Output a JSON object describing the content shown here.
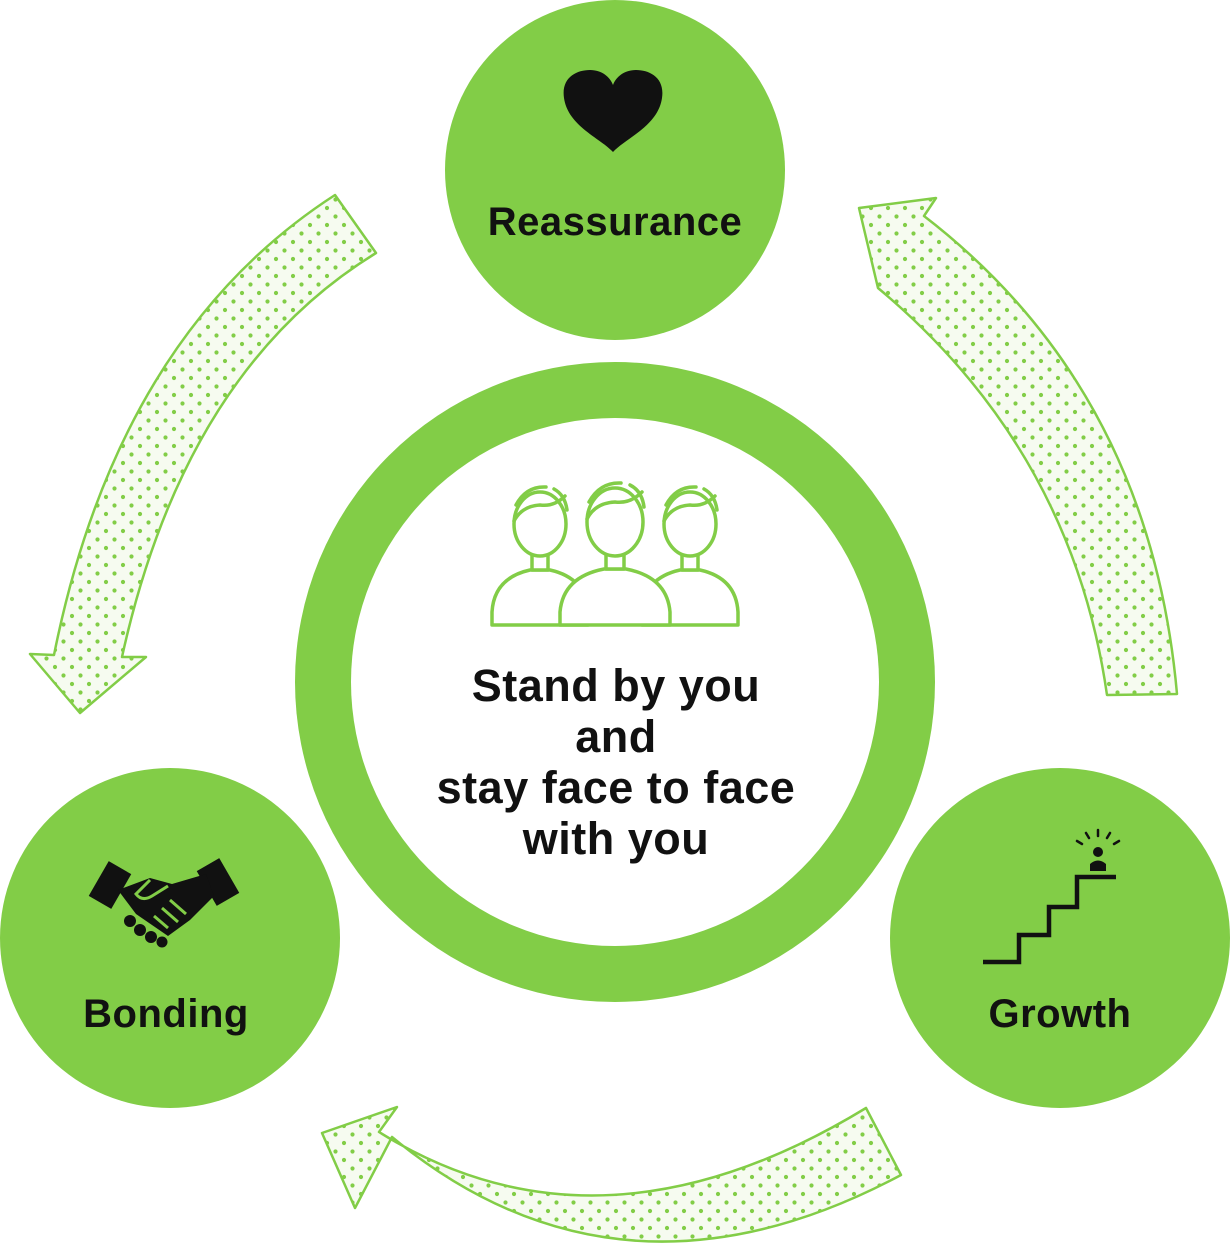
{
  "colors": {
    "accent": "#82cd47",
    "arrow_fill": "#f4fbec",
    "dark": "#111111",
    "background": "#ffffff"
  },
  "center": {
    "icon": "people-group-icon",
    "lines": [
      "Stand by you",
      "and",
      "stay face to face",
      "with you"
    ]
  },
  "nodes": {
    "reassurance": {
      "label": "Reassurance",
      "icon": "heart-icon"
    },
    "bonding": {
      "label": "Bonding",
      "icon": "handshake-icon"
    },
    "growth": {
      "label": "Growth",
      "icon": "stairs-growth-icon"
    }
  },
  "arrows": [
    "cycle-arrow-left",
    "cycle-arrow-right",
    "cycle-arrow-bottom"
  ]
}
